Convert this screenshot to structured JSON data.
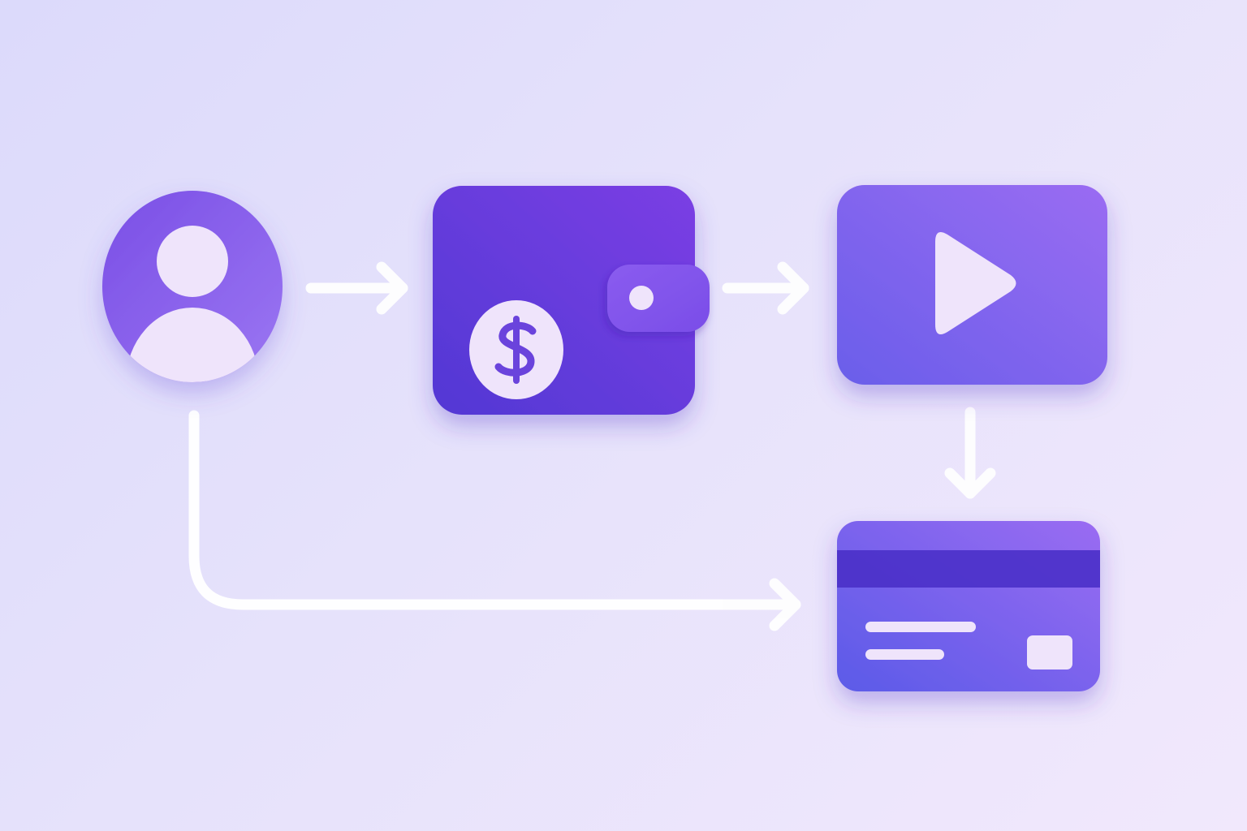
{
  "diagram": {
    "nodes": [
      {
        "id": "user",
        "icon": "user-avatar-icon"
      },
      {
        "id": "wallet",
        "icon": "wallet-icon",
        "badge_symbol": "$"
      },
      {
        "id": "video",
        "icon": "play-video-icon"
      },
      {
        "id": "card",
        "icon": "credit-card-icon"
      }
    ],
    "edges": [
      {
        "from": "user",
        "to": "wallet"
      },
      {
        "from": "wallet",
        "to": "video"
      },
      {
        "from": "video",
        "to": "card"
      },
      {
        "from": "user",
        "to": "card"
      }
    ]
  },
  "colors": {
    "background_start": "#dcdafb",
    "background_end": "#f1e8fc",
    "primary_violet": "#6b3fe0",
    "light_violet": "#8f6cf0",
    "icon_light": "#efe4fb",
    "connector": "#ffffff"
  }
}
